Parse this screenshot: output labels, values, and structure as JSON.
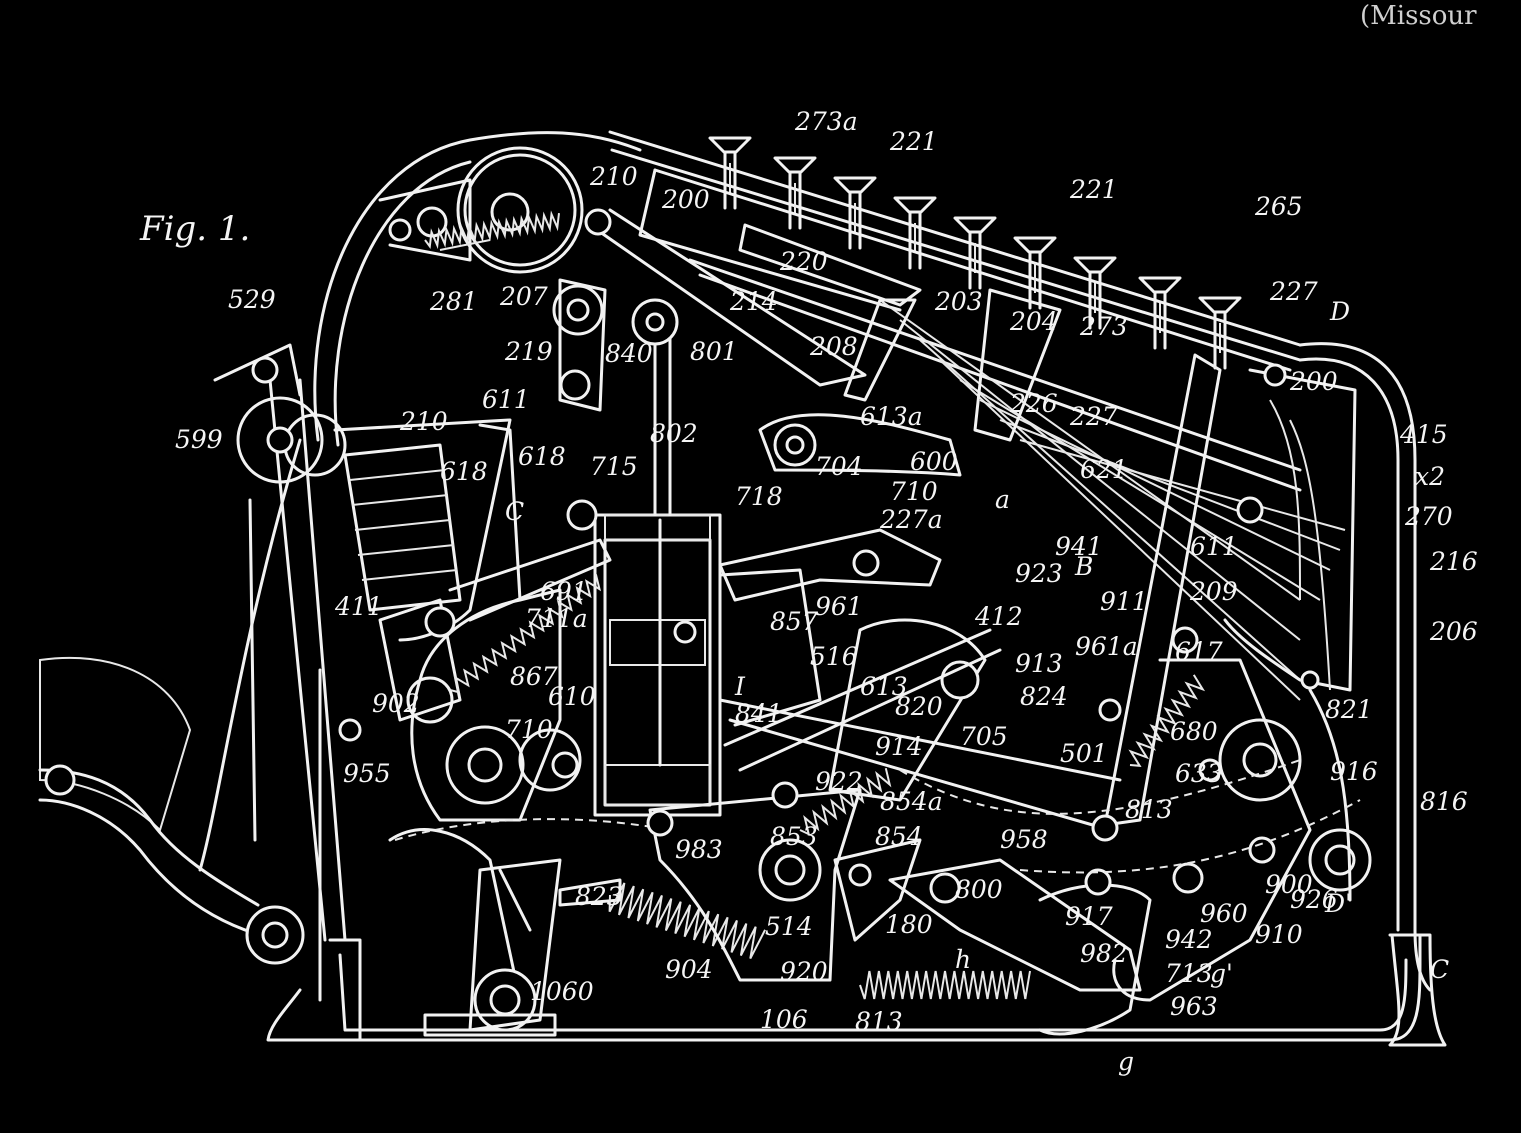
{
  "figure": {
    "title": "Fig. 1."
  },
  "header": {
    "text": "(Missour"
  },
  "colors": {
    "background": "#000000",
    "line": "#f2f2f2"
  },
  "labels": [
    "273a",
    "221",
    "210",
    "200",
    "221",
    "265",
    "281",
    "207",
    "214",
    "220",
    "203",
    "204",
    "273",
    "227",
    "D",
    "529",
    "219",
    "840",
    "801",
    "208",
    "200",
    "415",
    "x2",
    "599",
    "611",
    "802",
    "613a",
    "226",
    "227",
    "270",
    "210",
    "618",
    "618",
    "715",
    "704",
    "600",
    "621",
    "216",
    "C",
    "718",
    "710",
    "a",
    "227a",
    "941",
    "B",
    "911",
    "206",
    "411",
    "691",
    "711a",
    "857",
    "961",
    "923",
    "611",
    "209",
    "412",
    "961a",
    "617",
    "610",
    "867",
    "516",
    "913",
    "613",
    "824",
    "I",
    "841",
    "820",
    "821",
    "902",
    "710",
    "501",
    "680",
    "633",
    "916",
    "955",
    "705",
    "914",
    "816",
    "922",
    "854a",
    "813",
    "958",
    "983",
    "853",
    "854",
    "823",
    "514",
    "800",
    "917",
    "960",
    "900",
    "926",
    "D'",
    "904",
    "180",
    "942",
    "910",
    "920",
    "h",
    "982",
    "713",
    "g'",
    "C",
    "1060",
    "106",
    "813",
    "963",
    "g",
    "958"
  ]
}
